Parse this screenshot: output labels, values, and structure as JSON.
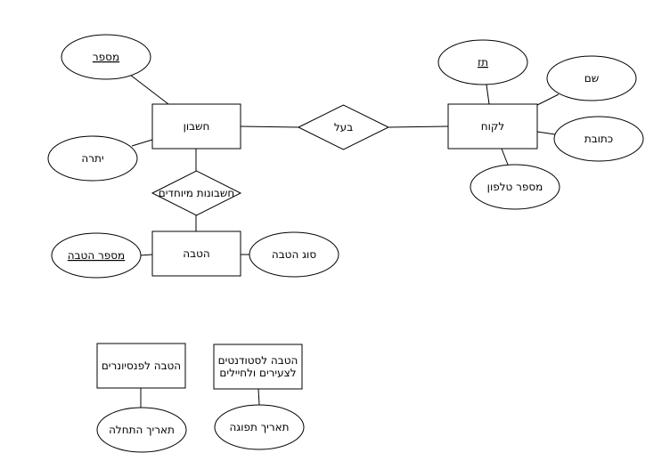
{
  "entities": {
    "account": "חשבון",
    "customer": "לקוח",
    "benefit": "הטבה",
    "pensioner_benefit": "הטבה לפנסיונרים",
    "student_benefit_line1": "הטבה לסטודנטים",
    "student_benefit_line2": "לצעירים ולחיילים"
  },
  "relationships": {
    "owner": "בעל",
    "special_accounts": "חשבונות מיוחדים"
  },
  "attributes": {
    "account_number": "מספר",
    "balance": "יתרה",
    "customer_id": "תז",
    "customer_name": "שם",
    "customer_address": "כתובת",
    "customer_phone": "מספר טלפון",
    "benefit_number": "מספר הטבה",
    "benefit_type": "סוג הטבה",
    "start_date": "תאריך התחלה",
    "expiry_date": "תאריך תפוגה"
  }
}
